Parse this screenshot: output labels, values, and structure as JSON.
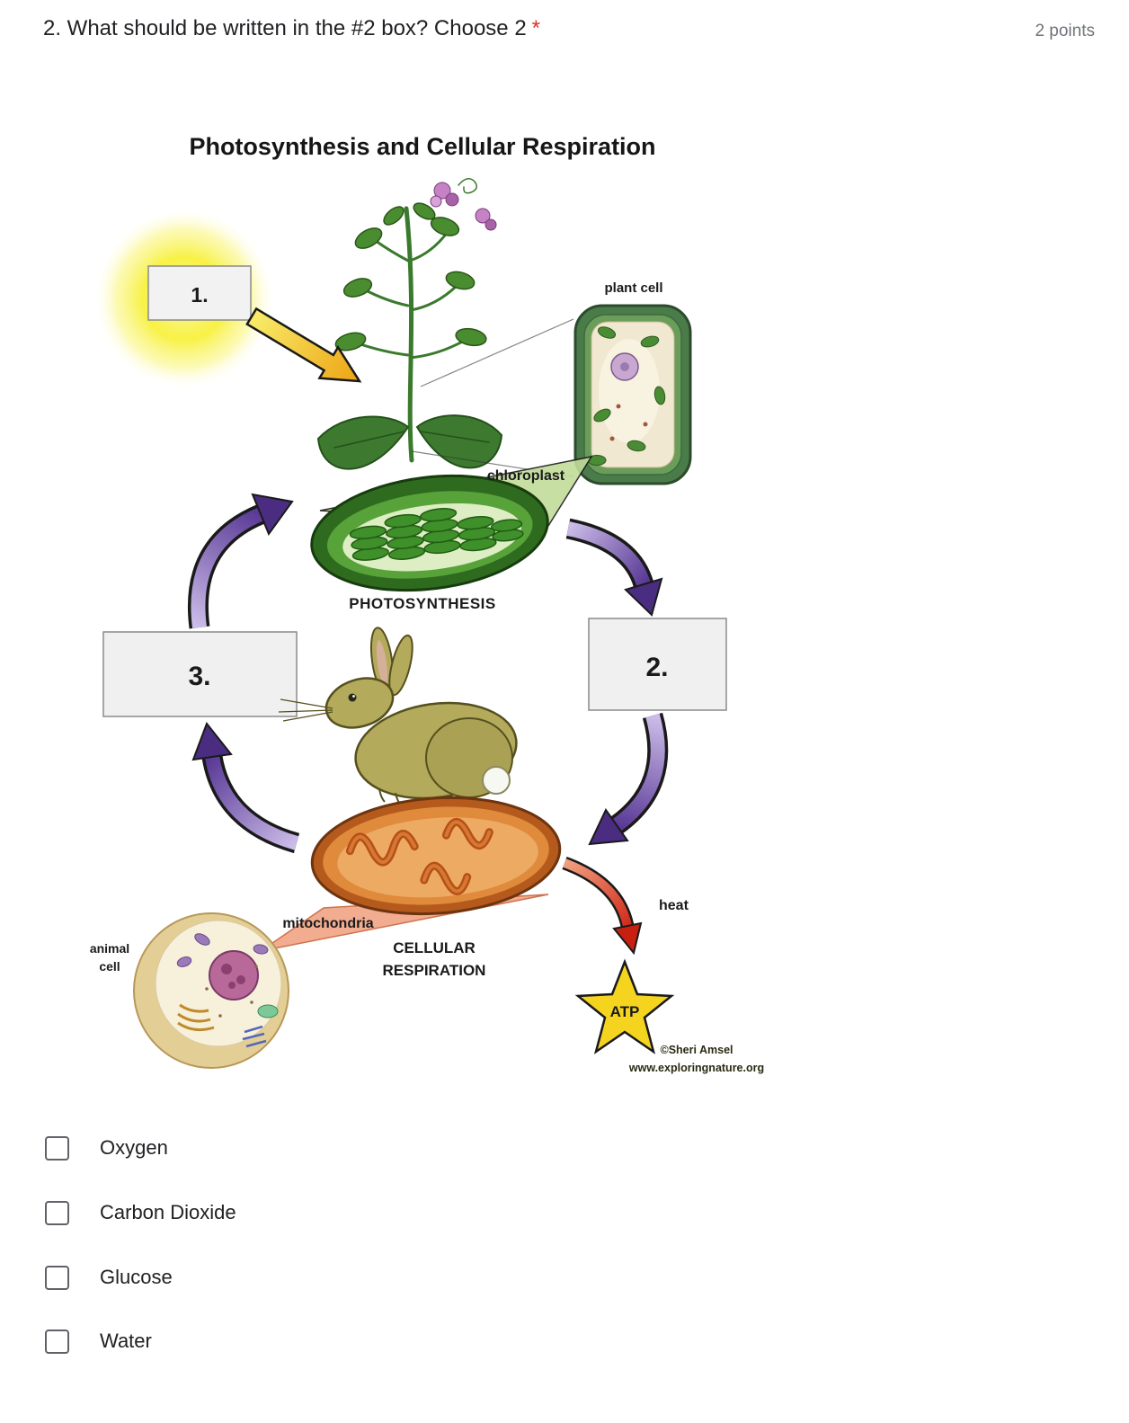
{
  "header": {
    "title": "2. What should be written in the #2 box? Choose 2",
    "required": "*",
    "points": "2 points"
  },
  "diagram": {
    "title": "Photosynthesis and Cellular Respiration",
    "box1": "1.",
    "box2": "2.",
    "box3": "3.",
    "plant_cell": "plant cell",
    "chloroplast": "chloroplast",
    "photosynthesis": "PHOTOSYNTHESIS",
    "mitochondria": "mitochondria",
    "animal": "animal",
    "cell": "cell",
    "cellular": "CELLULAR",
    "respiration": "RESPIRATION",
    "heat": "heat",
    "atp": "ATP",
    "credit_line1": "©Sheri Amsel",
    "credit_line2": "www.exploringnature.org"
  },
  "options": [
    {
      "label": "Oxygen"
    },
    {
      "label": "Carbon Dioxide"
    },
    {
      "label": "Glucose"
    },
    {
      "label": "Water"
    }
  ]
}
